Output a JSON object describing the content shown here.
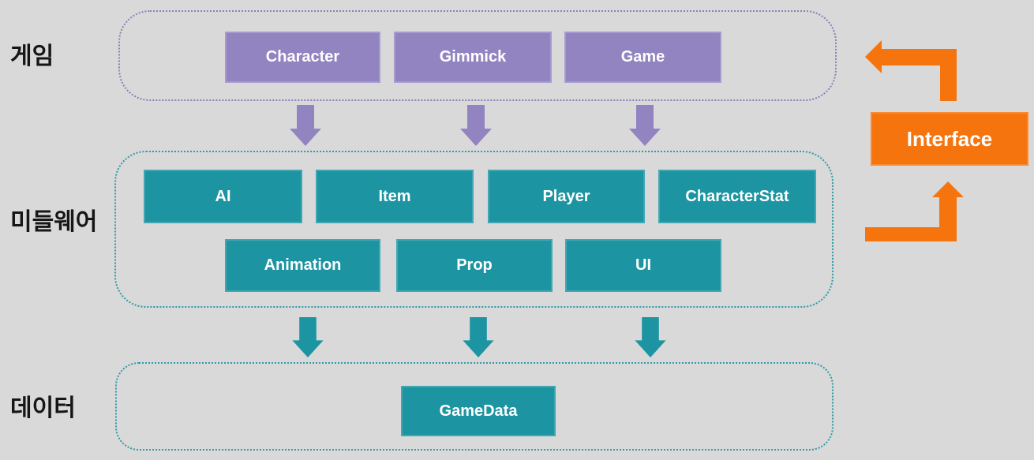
{
  "layer_labels": {
    "game": "게임",
    "middleware": "미들웨어",
    "data": "데이터"
  },
  "game_layer_boxes": [
    "Character",
    "Gimmick",
    "Game"
  ],
  "middleware_row1_boxes": [
    "AI",
    "Item",
    "Player",
    "CharacterStat"
  ],
  "middleware_row2_boxes": [
    "Animation",
    "Prop",
    "UI"
  ],
  "data_layer_boxes": [
    "GameData"
  ],
  "interface_label": "Interface",
  "colors": {
    "background": "#d9d9d9",
    "purple_box": "#9184c0",
    "purple_box_border": "#a89bd0",
    "purple_outline": "#8b7fba",
    "purple_arrow": "#9184c0",
    "teal_box": "#1c94a2",
    "teal_box_border": "#43a7b3",
    "teal_outline": "#2e9aa6",
    "teal_arrow": "#1c94a2",
    "orange": "#f5740e",
    "box_text": "#ffffff",
    "label_text": "#161616"
  },
  "icons": {
    "down_arrow": "arrow-down-icon",
    "elbow_top": "elbow-arrow-left-icon",
    "elbow_bottom": "elbow-arrow-up-icon"
  }
}
